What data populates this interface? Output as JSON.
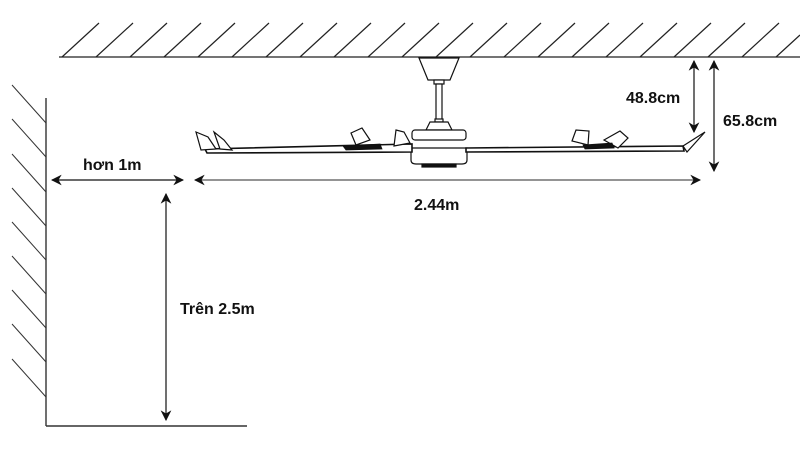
{
  "diagram": {
    "title": "Ceiling fan installation clearance diagram",
    "colors": {
      "stroke": "#111111",
      "hatch": "#222222",
      "background": "#ffffff"
    },
    "labels": {
      "wall_clearance": "hơn 1m",
      "fan_span": "2.44m",
      "downrod_drop": "48.8cm",
      "total_drop": "65.8cm",
      "floor_height": "Trên 2.5m"
    },
    "elements": {
      "ceiling": "ceiling-hatched",
      "wall": "wall-hatched",
      "floor": "floor-line",
      "fan": "ceiling-fan-side-view"
    }
  }
}
